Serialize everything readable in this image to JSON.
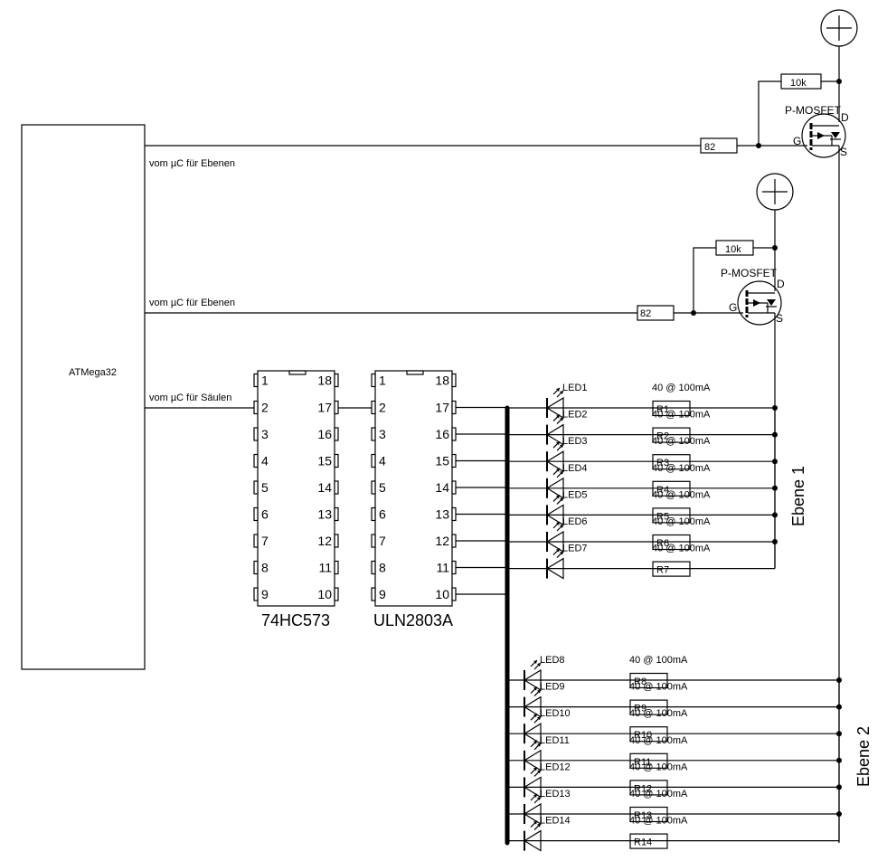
{
  "microcontroller": {
    "label": "ATMega32",
    "signals": [
      {
        "label": "vom µC für Ebenen"
      },
      {
        "label": "vom µC für Ebenen"
      },
      {
        "label": "vom µC für Säulen"
      }
    ]
  },
  "ic_chips": [
    {
      "name": "74HC573",
      "left_pins": [
        "1",
        "2",
        "3",
        "4",
        "5",
        "6",
        "7",
        "8",
        "9"
      ],
      "right_pins": [
        "18",
        "17",
        "16",
        "15",
        "14",
        "13",
        "12",
        "11",
        "10"
      ]
    },
    {
      "name": "ULN2803A",
      "left_pins": [
        "1",
        "2",
        "3",
        "4",
        "5",
        "6",
        "7",
        "8",
        "9"
      ],
      "right_pins": [
        "18",
        "17",
        "16",
        "15",
        "14",
        "13",
        "12",
        "11",
        "10"
      ]
    }
  ],
  "layer_drivers": [
    {
      "mosfet_label": "P-MOSFET",
      "gate": "G",
      "drain": "D",
      "source": "S",
      "gate_resistor": "82",
      "pullup_resistor": "10k",
      "supply_symbol": "plus"
    },
    {
      "mosfet_label": "P-MOSFET",
      "gate": "G",
      "drain": "D",
      "source": "S",
      "gate_resistor": "82",
      "pullup_resistor": "10k",
      "supply_symbol": "plus"
    }
  ],
  "layers": [
    {
      "label": "Ebene 1",
      "leds": [
        "LED1",
        "LED2",
        "LED3",
        "LED4",
        "LED5",
        "LED6",
        "LED7"
      ],
      "resistors": [
        "R1",
        "R2",
        "R3",
        "R4",
        "R5",
        "R6",
        "R7"
      ],
      "resistor_value": "40 @ 100mA"
    },
    {
      "label": "Ebene 2",
      "leds": [
        "LED8",
        "LED9",
        "LED10",
        "LED11",
        "LED12",
        "LED13",
        "LED14"
      ],
      "resistors": [
        "R8",
        "R9",
        "R10",
        "R11",
        "R12",
        "R13",
        "R14"
      ],
      "resistor_value": "40 @ 100mA"
    }
  ]
}
